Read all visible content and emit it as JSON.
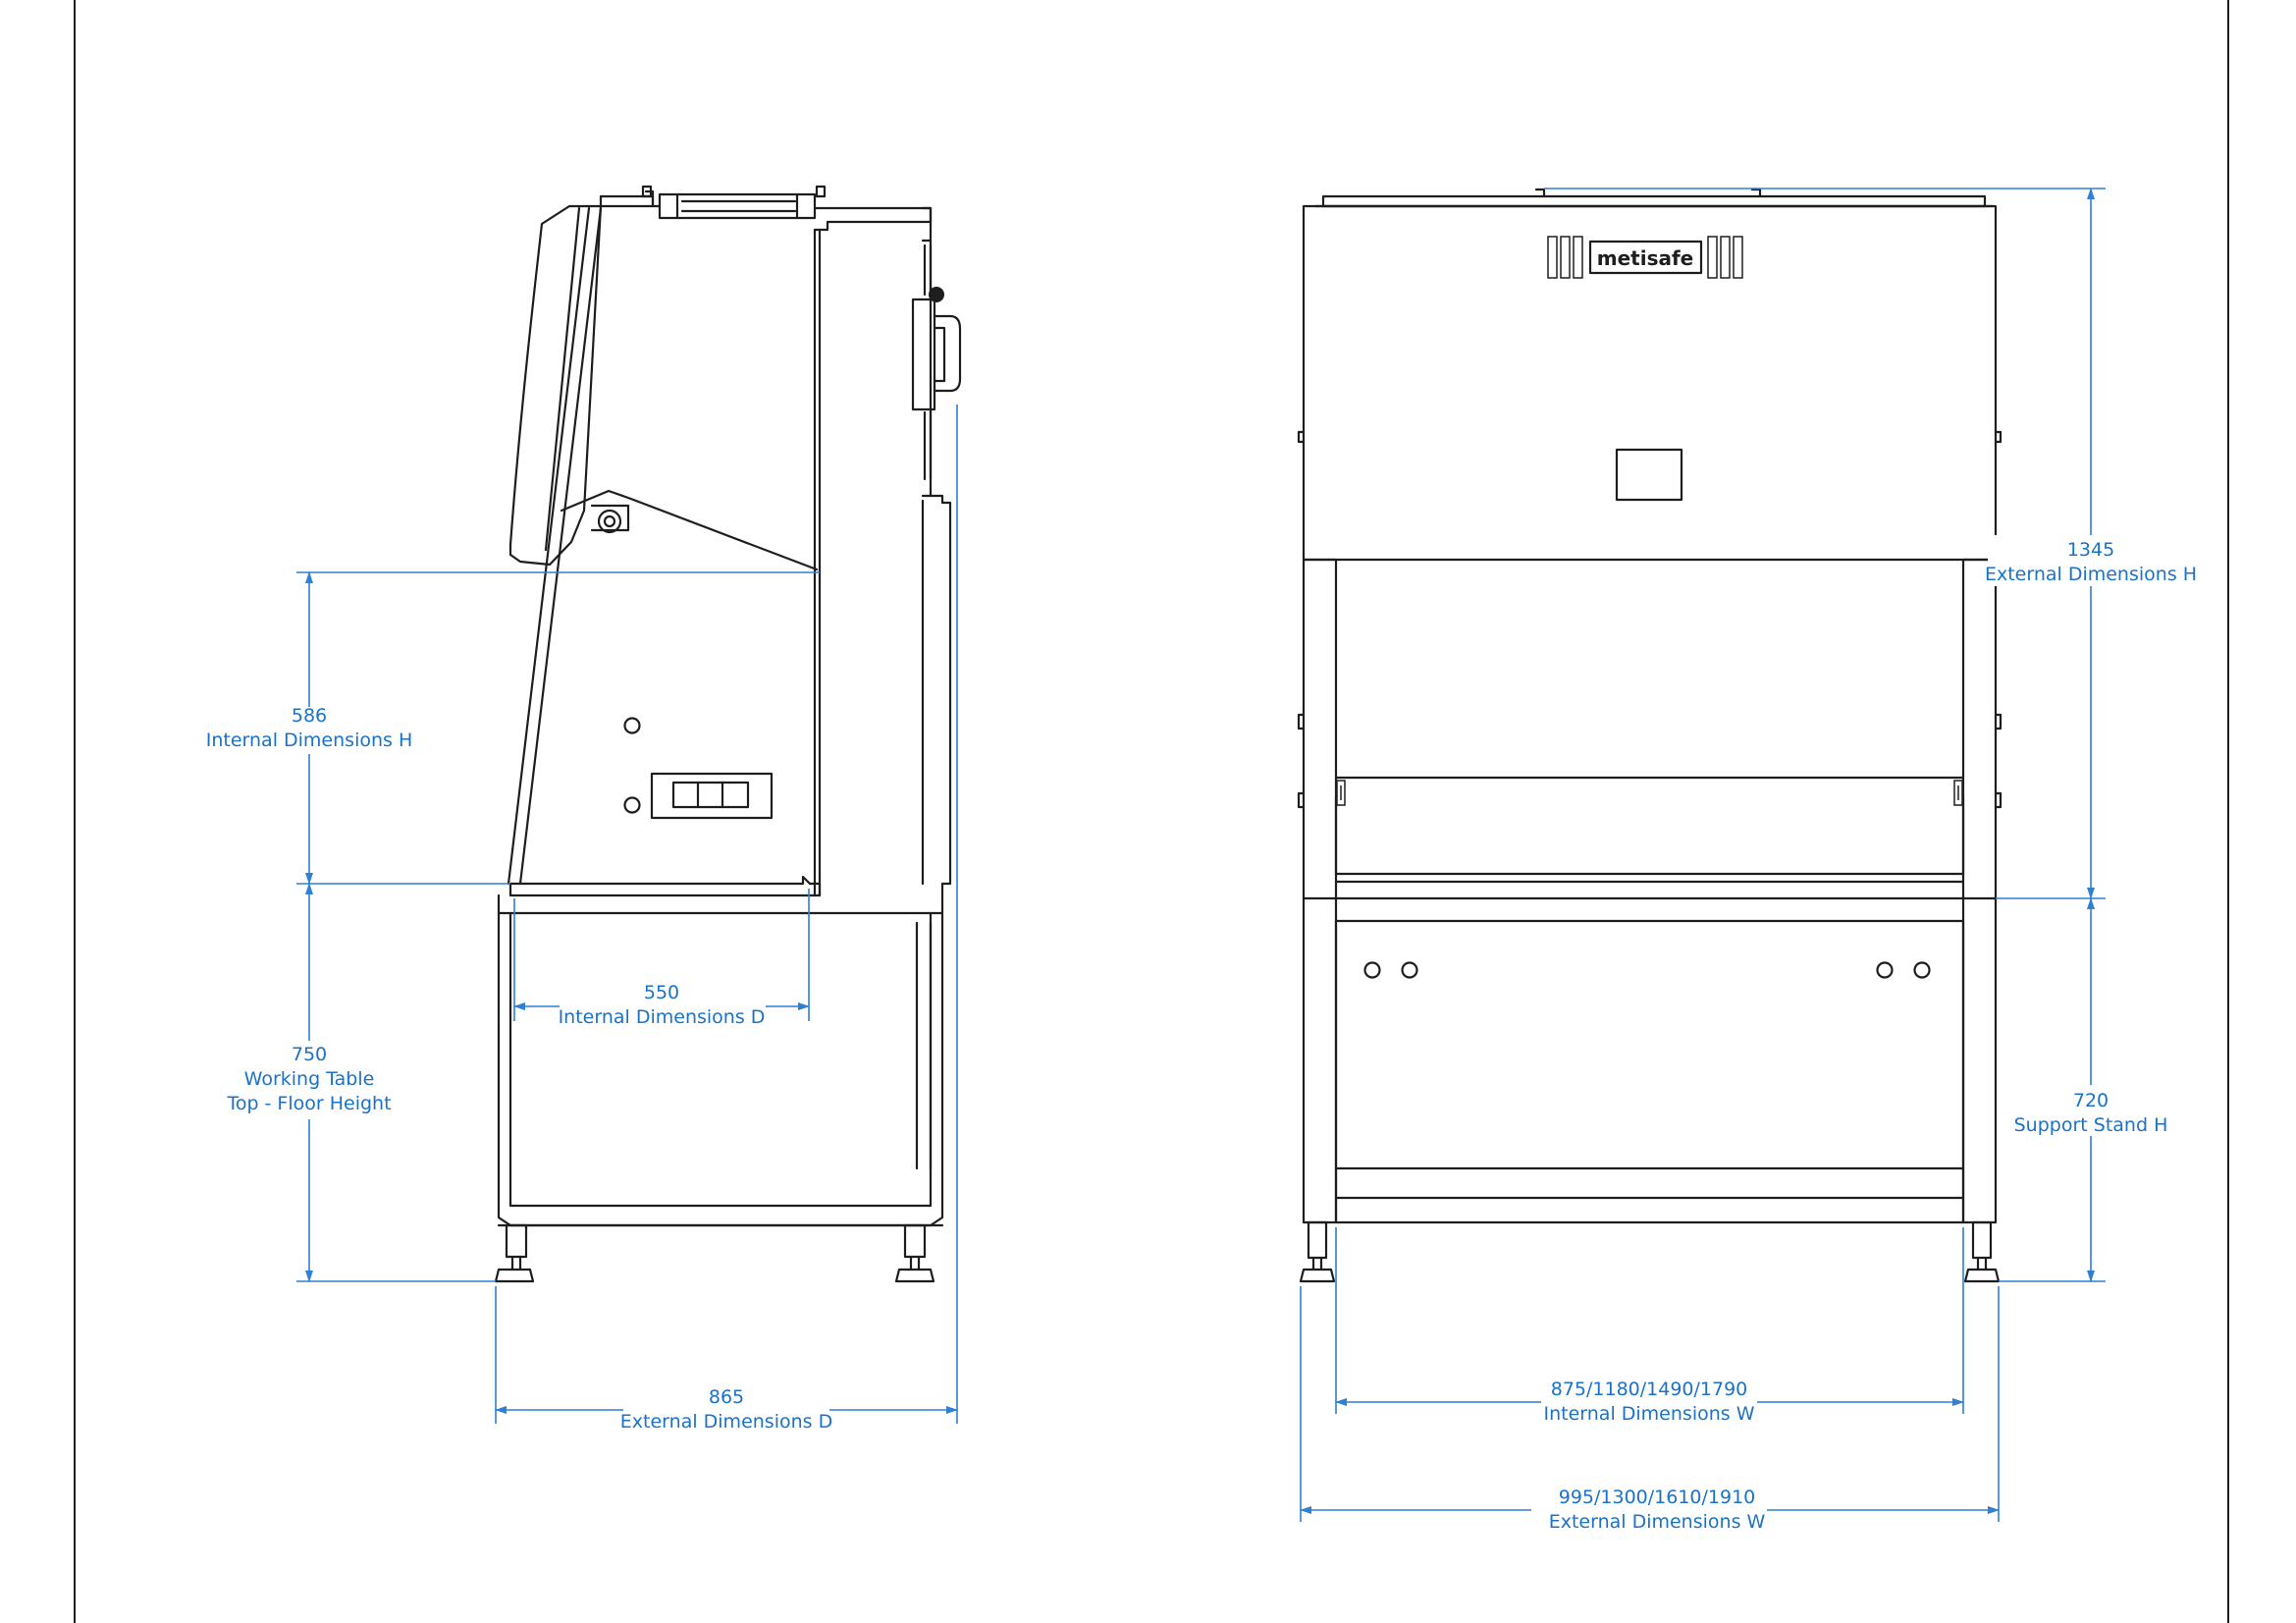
{
  "brand": {
    "logo_text": "metisafe"
  },
  "side_view": {
    "internal_height": {
      "value": "586",
      "label": "Internal Dimensions H"
    },
    "table_floor_height": {
      "value": "750",
      "label_line1": "Working Table",
      "label_line2": "Top - Floor Height"
    },
    "internal_depth": {
      "value": "550",
      "label": "Internal Dimensions D"
    },
    "external_depth": {
      "value": "865",
      "label": "External Dimensions D"
    }
  },
  "front_view": {
    "external_height": {
      "value": "1345",
      "label": "External Dimensions H"
    },
    "support_stand_height": {
      "value": "720",
      "label": "Support Stand H"
    },
    "internal_width": {
      "value": "875/1180/1490/1790",
      "label": "Internal Dimensions W"
    },
    "external_width": {
      "value": "995/1300/1610/1910",
      "label": "External Dimensions W"
    }
  },
  "colors": {
    "line": "#1e1e1e",
    "dimension": "#2e7fd6",
    "dimension_text": "#1a72c9",
    "background": "#ffffff"
  }
}
